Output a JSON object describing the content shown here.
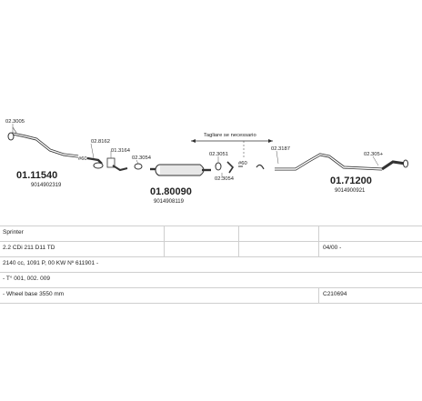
{
  "diagram": {
    "labels": {
      "p1_code": "02.3005",
      "p1_main": "01.11540",
      "p1_oem": "9014902319",
      "p2_code": "02.8162",
      "p3_code": "01.3164",
      "p4_code": "02.3054",
      "p5_main": "01.80090",
      "p5_oem": "9014908119",
      "p6_code": "02.3051",
      "p7_code": "02.3054",
      "p8_code": "#60",
      "p9_code": "02.3187",
      "p10_code": "02.305+",
      "p10_main": "01.71200",
      "p10_oem": "9014900921",
      "note": "Tagliare se necessario",
      "marker_60a": "#60"
    }
  },
  "table": {
    "model": "Sprinter",
    "variant": "2.2 CDi 211 D11 TD",
    "date": "04/00 -",
    "engine": "2140 cc, 1091 P, 00 KW Nº 611901 -",
    "body": "- T° 001, 002. 009",
    "wheelbase": "- Wheel base 3550 mm",
    "ref": "C210694"
  }
}
